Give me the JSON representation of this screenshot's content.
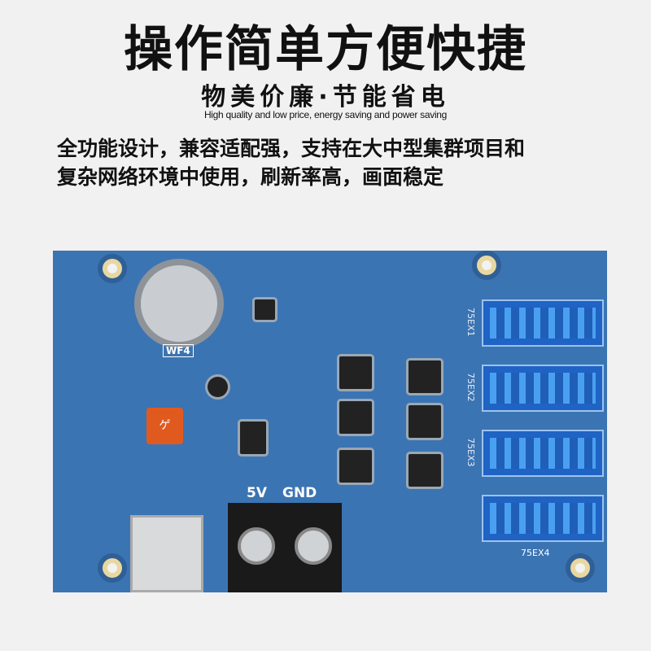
{
  "title": "操作简单方便快捷",
  "subtitle": "物美价廉·节能省电",
  "subtitle_en": "High quality and low price, energy saving and power saving",
  "description": [
    "全功能设计，兼容适配强，支持在大中型集群项目和",
    "复杂网络环境中使用，刷新率高，画面稳定"
  ],
  "board": {
    "model_label": "WF4",
    "power_labels": [
      "5V",
      "GND"
    ],
    "port_labels": [
      "75EX1",
      "75EX2",
      "75EX3",
      "75EX4"
    ],
    "board_color": "#3b74b3"
  }
}
